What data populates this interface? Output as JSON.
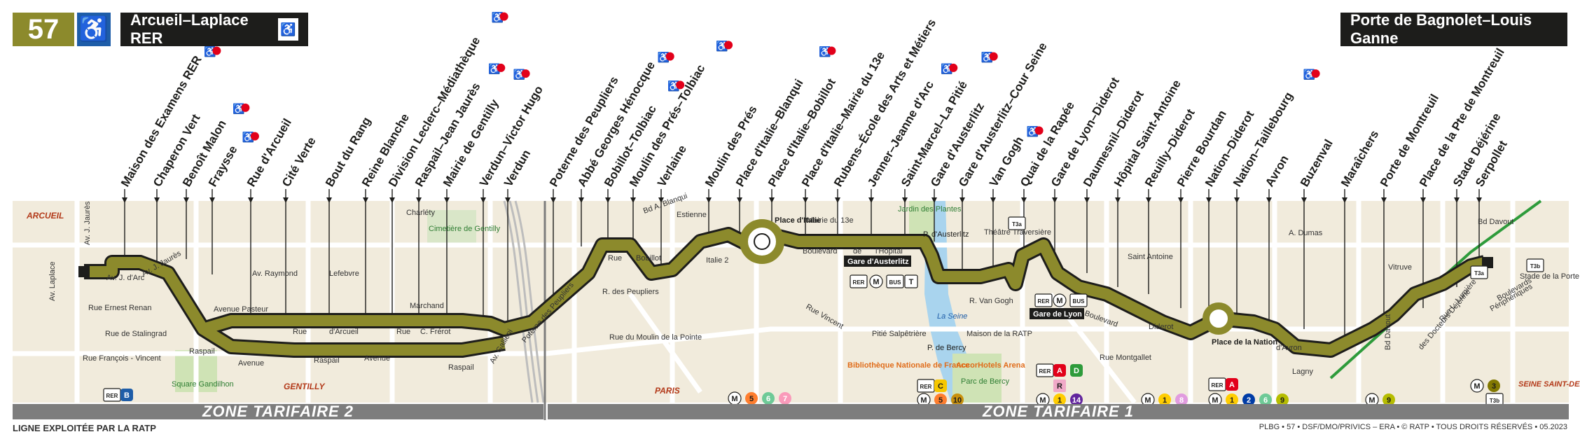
{
  "header": {
    "line_number": "57",
    "terminus_left": "Arcueil–Laplace RER",
    "terminus_right": "Porte de Bagnolet–Louis Ganne",
    "accessibility_icon": "wheelchair-icon"
  },
  "stops": [
    {
      "name": "Maison des Examens RER",
      "pmr": true
    },
    {
      "name": "Chaperon Vert",
      "pmr": false
    },
    {
      "name": "Benoît Malon",
      "pmr": true
    },
    {
      "name": "Fraysse",
      "pmr": true
    },
    {
      "name": "Rue d'Arcueil",
      "pmr": false
    },
    {
      "name": "Cité Verte",
      "pmr": false
    },
    {
      "name": "Bout du Rang",
      "pmr": false
    },
    {
      "name": "Reine Blanche",
      "pmr": false
    },
    {
      "name": "Division Leclerc–Médiathèque",
      "pmr": true
    },
    {
      "name": "Raspail–Jean Jaurès",
      "pmr": true
    },
    {
      "name": "Mairie de Gentilly",
      "pmr": true
    },
    {
      "name": "Verdun–Victor Hugo",
      "pmr": false
    },
    {
      "name": "Verdun",
      "pmr": false
    },
    {
      "name": "Poterne des Peupliers",
      "pmr": false
    },
    {
      "name": "Abbé Georges Hénocque",
      "pmr": true
    },
    {
      "name": "Bobillot–Tolbiac",
      "pmr": true
    },
    {
      "name": "Moulin des Prés–Tolbiac",
      "pmr": true
    },
    {
      "name": "Verlaine",
      "pmr": false
    },
    {
      "name": "Moulin des Prés",
      "pmr": false
    },
    {
      "name": "Place d'Italie–Blanqui",
      "pmr": true
    },
    {
      "name": "Place d'Italie–Bobillot",
      "pmr": false
    },
    {
      "name": "Place d'Italie–Mairie du 13e",
      "pmr": false
    },
    {
      "name": "Rubens–École des Arts et Métiers",
      "pmr": false
    },
    {
      "name": "Jenner–Jeanne d'Arc",
      "pmr": true
    },
    {
      "name": "Saint-Marcel–La Pitié",
      "pmr": true
    },
    {
      "name": "Gare d'Austerlitz",
      "pmr": false
    },
    {
      "name": "Gare d'Austerlitz–Cour Seine",
      "pmr": false
    },
    {
      "name": "Van Gogh",
      "pmr": true
    },
    {
      "name": "Quai de la Rapée",
      "pmr": false
    },
    {
      "name": "Gare de Lyon–Diderot",
      "pmr": false
    },
    {
      "name": "Daumesnil–Diderot",
      "pmr": false
    },
    {
      "name": "Hôpital Saint-Antoine",
      "pmr": false
    },
    {
      "name": "Reuilly–Diderot",
      "pmr": false
    },
    {
      "name": "Pierre Bourdan",
      "pmr": false
    },
    {
      "name": "Nation–Diderot",
      "pmr": false
    },
    {
      "name": "Nation–Taillebourg",
      "pmr": true
    },
    {
      "name": "Avron",
      "pmr": false
    },
    {
      "name": "Buzenval",
      "pmr": false
    },
    {
      "name": "Maraîchers",
      "pmr": false
    },
    {
      "name": "Porte de Montreuil",
      "pmr": false
    },
    {
      "name": "Place de la Pte de Montreuil",
      "pmr": false
    },
    {
      "name": "Stade Déjérine",
      "pmr": false
    },
    {
      "name": "Serpollet",
      "pmr": false
    }
  ],
  "map_labels": {
    "arcueil": "ARCUEIL",
    "gentilly": "GENTILLY",
    "paris": "PARIS",
    "seine_st_denis": "SEINE SAINT-DENIS",
    "charlety": "Charléty",
    "cimetiere": "Cimetière de Gentilly",
    "square": "Square Gandilhon",
    "jardin": "Jardin des Plantes",
    "la_seine": "La Seine",
    "pitie": "Pitié Salpêtrière",
    "bibliotheque": "Bibliothèque Nationale de France",
    "accor": "AccorHotels Arena",
    "parc_bercy": "Parc de Bercy",
    "theatre": "Théâtre Traversière",
    "st_antoine": "Saint Antoine",
    "maison_ratp": "Maison de la RATP",
    "italie2": "Italie 2",
    "mairie13": "Mairie du 13e",
    "stade_bagnolet": "Stade de la Porte de Bagnolet",
    "gare_austerlitz_box": "Gare d'Austerlitz",
    "gare_lyon_box": "Gare de Lyon",
    "place_italie": "Place d'Italie",
    "place_nation": "Place de la Nation",
    "p_austerlitz": "P. d'Austerlitz",
    "p_bercy": "P. de Bercy"
  },
  "streets": [
    {
      "id": "laplace",
      "text": "Av. Laplace"
    },
    {
      "id": "jaures1",
      "text": "Av. J. Jaurès"
    },
    {
      "id": "jaures2",
      "text": "Av. J. Jaurès"
    },
    {
      "id": "jarc",
      "text": "Av. J. d'Arc"
    },
    {
      "id": "renan",
      "text": "Rue Ernest Renan"
    },
    {
      "id": "stalingrad",
      "text": "Rue de Stalingrad"
    },
    {
      "id": "vincent",
      "text": "Rue François - Vincent"
    },
    {
      "id": "raymond",
      "text": "Av. Raymond"
    },
    {
      "id": "lefebvre",
      "text": "Lefebvre"
    },
    {
      "id": "pasteur",
      "text": "Avenue Pasteur"
    },
    {
      "id": "rue",
      "text": "Rue"
    },
    {
      "id": "darcueil",
      "text": "d'Arcueil"
    },
    {
      "id": "rue2",
      "text": "Rue"
    },
    {
      "id": "frerot",
      "text": "C. Frérot"
    },
    {
      "id": "marchand",
      "text": "Marchand"
    },
    {
      "id": "avenue",
      "text": "Avenue"
    },
    {
      "id": "raspail1",
      "text": "Raspail"
    },
    {
      "id": "raspail2",
      "text": "Raspail"
    },
    {
      "id": "raspail3",
      "text": "Raspail"
    },
    {
      "id": "avenue2",
      "text": "Avenue"
    },
    {
      "id": "gallieni",
      "text": "Av. Gallieni"
    },
    {
      "id": "poterne",
      "text": "Poterne des Peupliers"
    },
    {
      "id": "peupliers",
      "text": "R. des Peupliers"
    },
    {
      "id": "rue3",
      "text": "Rue"
    },
    {
      "id": "bobillot",
      "text": "Bobillot"
    },
    {
      "id": "blanqui",
      "text": "Bd A. Blanqui"
    },
    {
      "id": "estienne",
      "text": "Estienne"
    },
    {
      "id": "boulevard",
      "text": "Boulevard"
    },
    {
      "id": "de",
      "text": "de"
    },
    {
      "id": "lhopital",
      "text": "l'Hôpital"
    },
    {
      "id": "vincent2",
      "text": "Rue Vincent"
    },
    {
      "id": "moulin_pointe",
      "text": "Rue du Moulin de la Pointe"
    },
    {
      "id": "vangogh",
      "text": "R. Van Gogh"
    },
    {
      "id": "boulevard2",
      "text": "Boulevard"
    },
    {
      "id": "diderot",
      "text": "Diderot"
    },
    {
      "id": "montgallet",
      "text": "Rue Montgallet"
    },
    {
      "id": "davron",
      "text": "d'Avron"
    },
    {
      "id": "lagny",
      "text": "Lagny"
    },
    {
      "id": "lumiere",
      "text": "Rue L. Lumière"
    },
    {
      "id": "vitruve",
      "text": "Vitruve"
    },
    {
      "id": "adumas",
      "text": "A. Dumas"
    },
    {
      "id": "gambetta",
      "text": "Bd Davout"
    },
    {
      "id": "boulevards",
      "text": "Boulevards"
    },
    {
      "id": "davout2",
      "text": "Bd Davout"
    },
    {
      "id": "docteurs",
      "text": "des Docteurs Déjérine"
    },
    {
      "id": "peripheriques",
      "text": "Périphériques"
    }
  ],
  "zones": {
    "zone2": "ZONE TARIFAIRE 2",
    "zone1": "ZONE TARIFAIRE 1"
  },
  "footer": {
    "left": "LIGNE EXPLOITÉE PAR LA RATP",
    "right": "PLBG • 57 • DSF/DMO/PRIVICS – ERA • © RATP • TOUS DROITS RÉSERVÉS • 05.2023"
  },
  "connections": [
    {
      "id": "c1",
      "label": "RER"
    },
    {
      "id": "c2",
      "label": "B"
    },
    {
      "id": "c3",
      "label": "M"
    },
    {
      "id": "c4",
      "label": "5"
    },
    {
      "id": "c5",
      "label": "6"
    },
    {
      "id": "c6",
      "label": "7"
    },
    {
      "id": "c7",
      "label": "RER"
    },
    {
      "id": "c8",
      "label": "C"
    },
    {
      "id": "c9",
      "label": "M"
    },
    {
      "id": "c10",
      "label": "5"
    },
    {
      "id": "c11",
      "label": "10"
    },
    {
      "id": "c12",
      "label": "RER"
    },
    {
      "id": "c13",
      "label": "A"
    },
    {
      "id": "c14",
      "label": "D"
    },
    {
      "id": "c15",
      "label": "R"
    },
    {
      "id": "c16",
      "label": "M"
    },
    {
      "id": "c17",
      "label": "1"
    },
    {
      "id": "c18",
      "label": "14"
    },
    {
      "id": "c19",
      "label": "M"
    },
    {
      "id": "c20",
      "label": "1"
    },
    {
      "id": "c21",
      "label": "8"
    },
    {
      "id": "c22",
      "label": "RER"
    },
    {
      "id": "c23",
      "label": "A"
    },
    {
      "id": "c24",
      "label": "M"
    },
    {
      "id": "c25",
      "label": "1"
    },
    {
      "id": "c26",
      "label": "2"
    },
    {
      "id": "c27",
      "label": "6"
    },
    {
      "id": "c28",
      "label": "9"
    },
    {
      "id": "c29",
      "label": "M"
    },
    {
      "id": "c30",
      "label": "9"
    },
    {
      "id": "c31",
      "label": "M"
    },
    {
      "id": "c32",
      "label": "3"
    },
    {
      "id": "c33",
      "label": "T3b"
    },
    {
      "id": "c34",
      "label": "T3a"
    },
    {
      "id": "c35",
      "label": "T3a"
    },
    {
      "id": "c36",
      "label": "T3b"
    },
    {
      "id": "c37",
      "label": "RER"
    },
    {
      "id": "c38",
      "label": "M"
    },
    {
      "id": "c39",
      "label": "BUS"
    },
    {
      "id": "c40",
      "label": "T"
    },
    {
      "id": "c41",
      "label": "RER"
    },
    {
      "id": "c42",
      "label": "M"
    },
    {
      "id": "c43",
      "label": "BUS"
    }
  ],
  "colors": {
    "line": "#8c8a2c",
    "dark": "#1d1d1b",
    "pmr_blue": "#1e5da8",
    "red": "#e2001a",
    "map_bg": "#f1ebdc",
    "road": "#ffffff",
    "seine": "#a9d4ee",
    "zone": "#7d7d7d"
  }
}
